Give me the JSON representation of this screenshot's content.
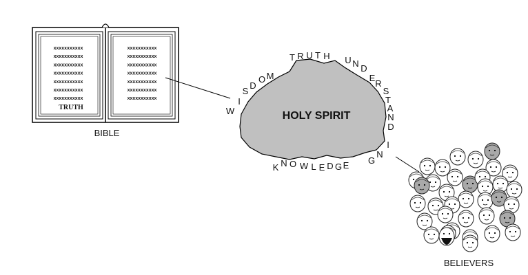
{
  "bible": {
    "caption": "BIBLE",
    "left_page_label": "TRUTH",
    "text_line": "xxxxxxxxxxx"
  },
  "spirit": {
    "label": "HOLY SPIRIT",
    "fill_color": "#c0c0c0",
    "words": {
      "wisdom": [
        "W",
        "I",
        "S",
        "D",
        "O",
        "M"
      ],
      "truth": [
        "T",
        "R",
        "U",
        "T",
        "H"
      ],
      "understanding": [
        "U",
        "N",
        "D",
        "E",
        "R",
        "S",
        "T",
        "A",
        "N",
        "D",
        "I",
        "N",
        "G"
      ],
      "knowledge": [
        "K",
        "N",
        "O",
        "W",
        "L",
        "E",
        "D",
        "G",
        "E"
      ]
    }
  },
  "believers": {
    "caption": "BELIEVERS",
    "shaded_face_color": "#a9a9a9"
  }
}
